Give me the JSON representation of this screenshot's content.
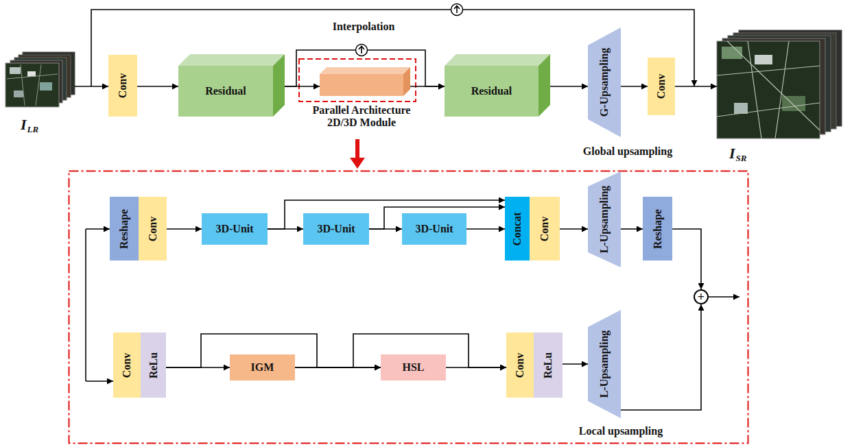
{
  "diagram": {
    "nodes": [
      {
        "text": [
          "Conv"
        ]
      },
      {
        "text": [
          "Residual"
        ]
      },
      {
        "text": [
          "Parallel Architecture 2D/3D Module"
        ]
      },
      {
        "text": [
          "Residual"
        ]
      },
      {
        "text": [
          "G-Upsampling",
          "Global upsampling"
        ]
      },
      {
        "text": [
          "Conv"
        ]
      },
      {
        "text": [
          "Reshape"
        ]
      },
      {
        "text": [
          "Conv"
        ]
      },
      {
        "text": [
          "3D-Unit"
        ]
      },
      {
        "text": [
          "3D-Unit"
        ]
      },
      {
        "text": [
          "3D-Unit"
        ]
      },
      {
        "text": [
          "Concat"
        ]
      },
      {
        "text": [
          "Conv"
        ]
      },
      {
        "text": [
          "L-Upsampling"
        ]
      },
      {
        "text": [
          "Reshape"
        ]
      },
      {
        "text": [
          "+"
        ]
      },
      {
        "text": [
          "Conv"
        ]
      },
      {
        "text": [
          "ReLu"
        ]
      },
      {
        "text": [
          "IGM"
        ]
      },
      {
        "text": [
          "HSL"
        ]
      },
      {
        "text": [
          "Conv"
        ]
      },
      {
        "text": [
          "ReLu"
        ]
      },
      {
        "text": [
          "L-Upsampling",
          "Local upsampling"
        ]
      }
    ],
    "edges": [
      {
        "from": 0,
        "to": 1,
        "arrow": "to"
      },
      {
        "from": 1,
        "to": 2,
        "arrow": "to"
      },
      {
        "from": 1,
        "to": 3,
        "arrow": "to"
      },
      {
        "from": 2,
        "to": 3,
        "arrow": "to"
      },
      {
        "from": 3,
        "to": 4,
        "arrow": "to"
      },
      {
        "from": 4,
        "to": 5,
        "arrow": "to"
      },
      {
        "from": 7,
        "to": 8,
        "arrow": "to"
      },
      {
        "from": 8,
        "to": 9,
        "arrow": "to"
      },
      {
        "from": 9,
        "to": 10,
        "arrow": "to"
      },
      {
        "from": 10,
        "to": 11,
        "arrow": "to"
      },
      {
        "from": 8,
        "to": 11,
        "arrow": "to"
      },
      {
        "from": 9,
        "to": 11,
        "arrow": "to"
      },
      {
        "from": 12,
        "to": 13,
        "arrow": "to"
      },
      {
        "from": 13,
        "to": 14,
        "arrow": "to"
      },
      {
        "from": 14,
        "to": 15,
        "arrow": "to"
      },
      {
        "from": 22,
        "to": 15,
        "arrow": "to"
      },
      {
        "from": 17,
        "to": 18,
        "arrow": "to"
      },
      {
        "from": 17,
        "to": 19,
        "arrow": "to"
      },
      {
        "from": 18,
        "to": 19,
        "arrow": "to"
      },
      {
        "from": 18,
        "to": 20,
        "arrow": "to"
      },
      {
        "from": 19,
        "to": 20,
        "arrow": "to"
      },
      {
        "from": 21,
        "to": 22,
        "arrow": "to"
      }
    ],
    "labels": [
      "Interpolation",
      "I",
      "LR",
      "I",
      "SR"
    ]
  }
}
